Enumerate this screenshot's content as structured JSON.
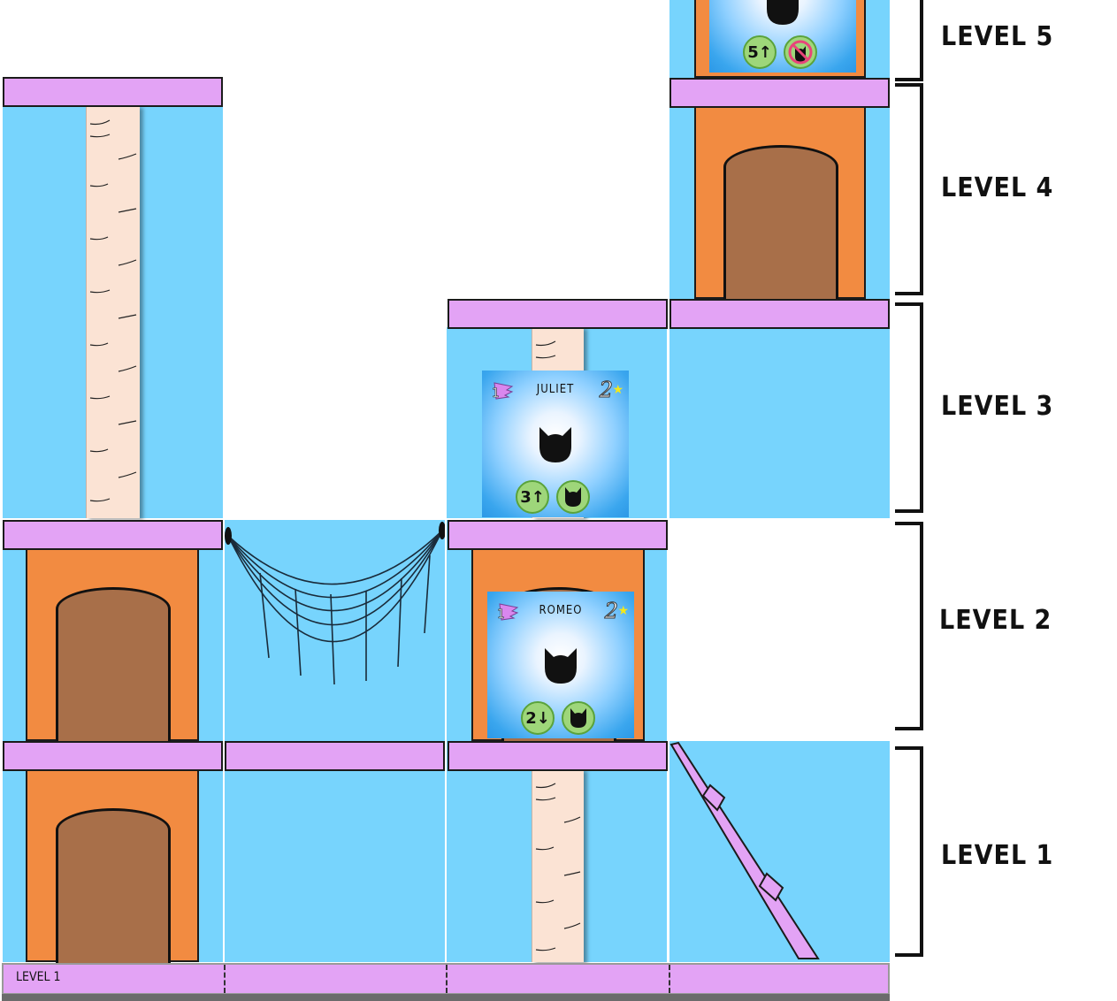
{
  "levels": [
    "LEVEL 5",
    "LEVEL 4",
    "LEVEL 3",
    "LEVEL 2",
    "LEVEL 1"
  ],
  "floor_label": "LEVEL 1",
  "cards": [
    {
      "name": "",
      "cost": "",
      "points": "",
      "tokens": [
        "5↑",
        "no-cat"
      ]
    },
    {
      "name": "JULIET",
      "cost": "1",
      "points": "2",
      "tokens": [
        "3↑",
        "cat-1"
      ]
    },
    {
      "name": "ROMEO",
      "cost": "1",
      "points": "2",
      "tokens": [
        "2↓",
        "cat-1"
      ]
    }
  ],
  "colors": {
    "sky": "#77d4fd",
    "platform": "#e3a3f5",
    "house": "#f28b41",
    "door": "#a86f49",
    "post": "#fbe3d4",
    "token": "#9ed67a"
  },
  "icons": [
    "scratching-post-icon",
    "cat-house-icon",
    "hammock-net-icon",
    "ramp-icon",
    "cat-silhouette-icon",
    "wing-cost-icon",
    "star-icon",
    "no-cat-icon"
  ]
}
